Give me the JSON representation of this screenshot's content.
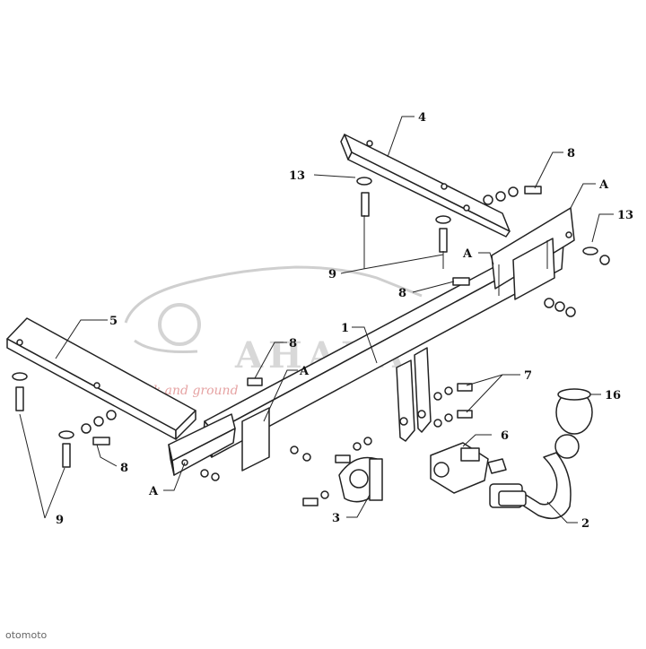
{
  "labels": {
    "part_1": "1",
    "part_2": "2",
    "part_3": "3",
    "part_4": "4",
    "part_5": "5",
    "part_6": "6",
    "part_7": "7",
    "part_8_top": "8",
    "part_8_mid": "8",
    "part_8_left": "8",
    "part_8_lower": "8",
    "part_9_top": "9",
    "part_9_bottom": "9",
    "part_13_left": "13",
    "part_13_right": "13",
    "part_16": "16",
    "a_top_right": "A",
    "a_center": "A",
    "a_left_mid": "A",
    "a_bottom_left": "A"
  },
  "watermark": {
    "brand": "AHAKA",
    "tagline": "lock and ground"
  },
  "footer": {
    "source": "otomoto"
  },
  "colors": {
    "line": "#222222",
    "watermark": "#d8d8d8",
    "watermark_tag": "#e6a3a3"
  }
}
